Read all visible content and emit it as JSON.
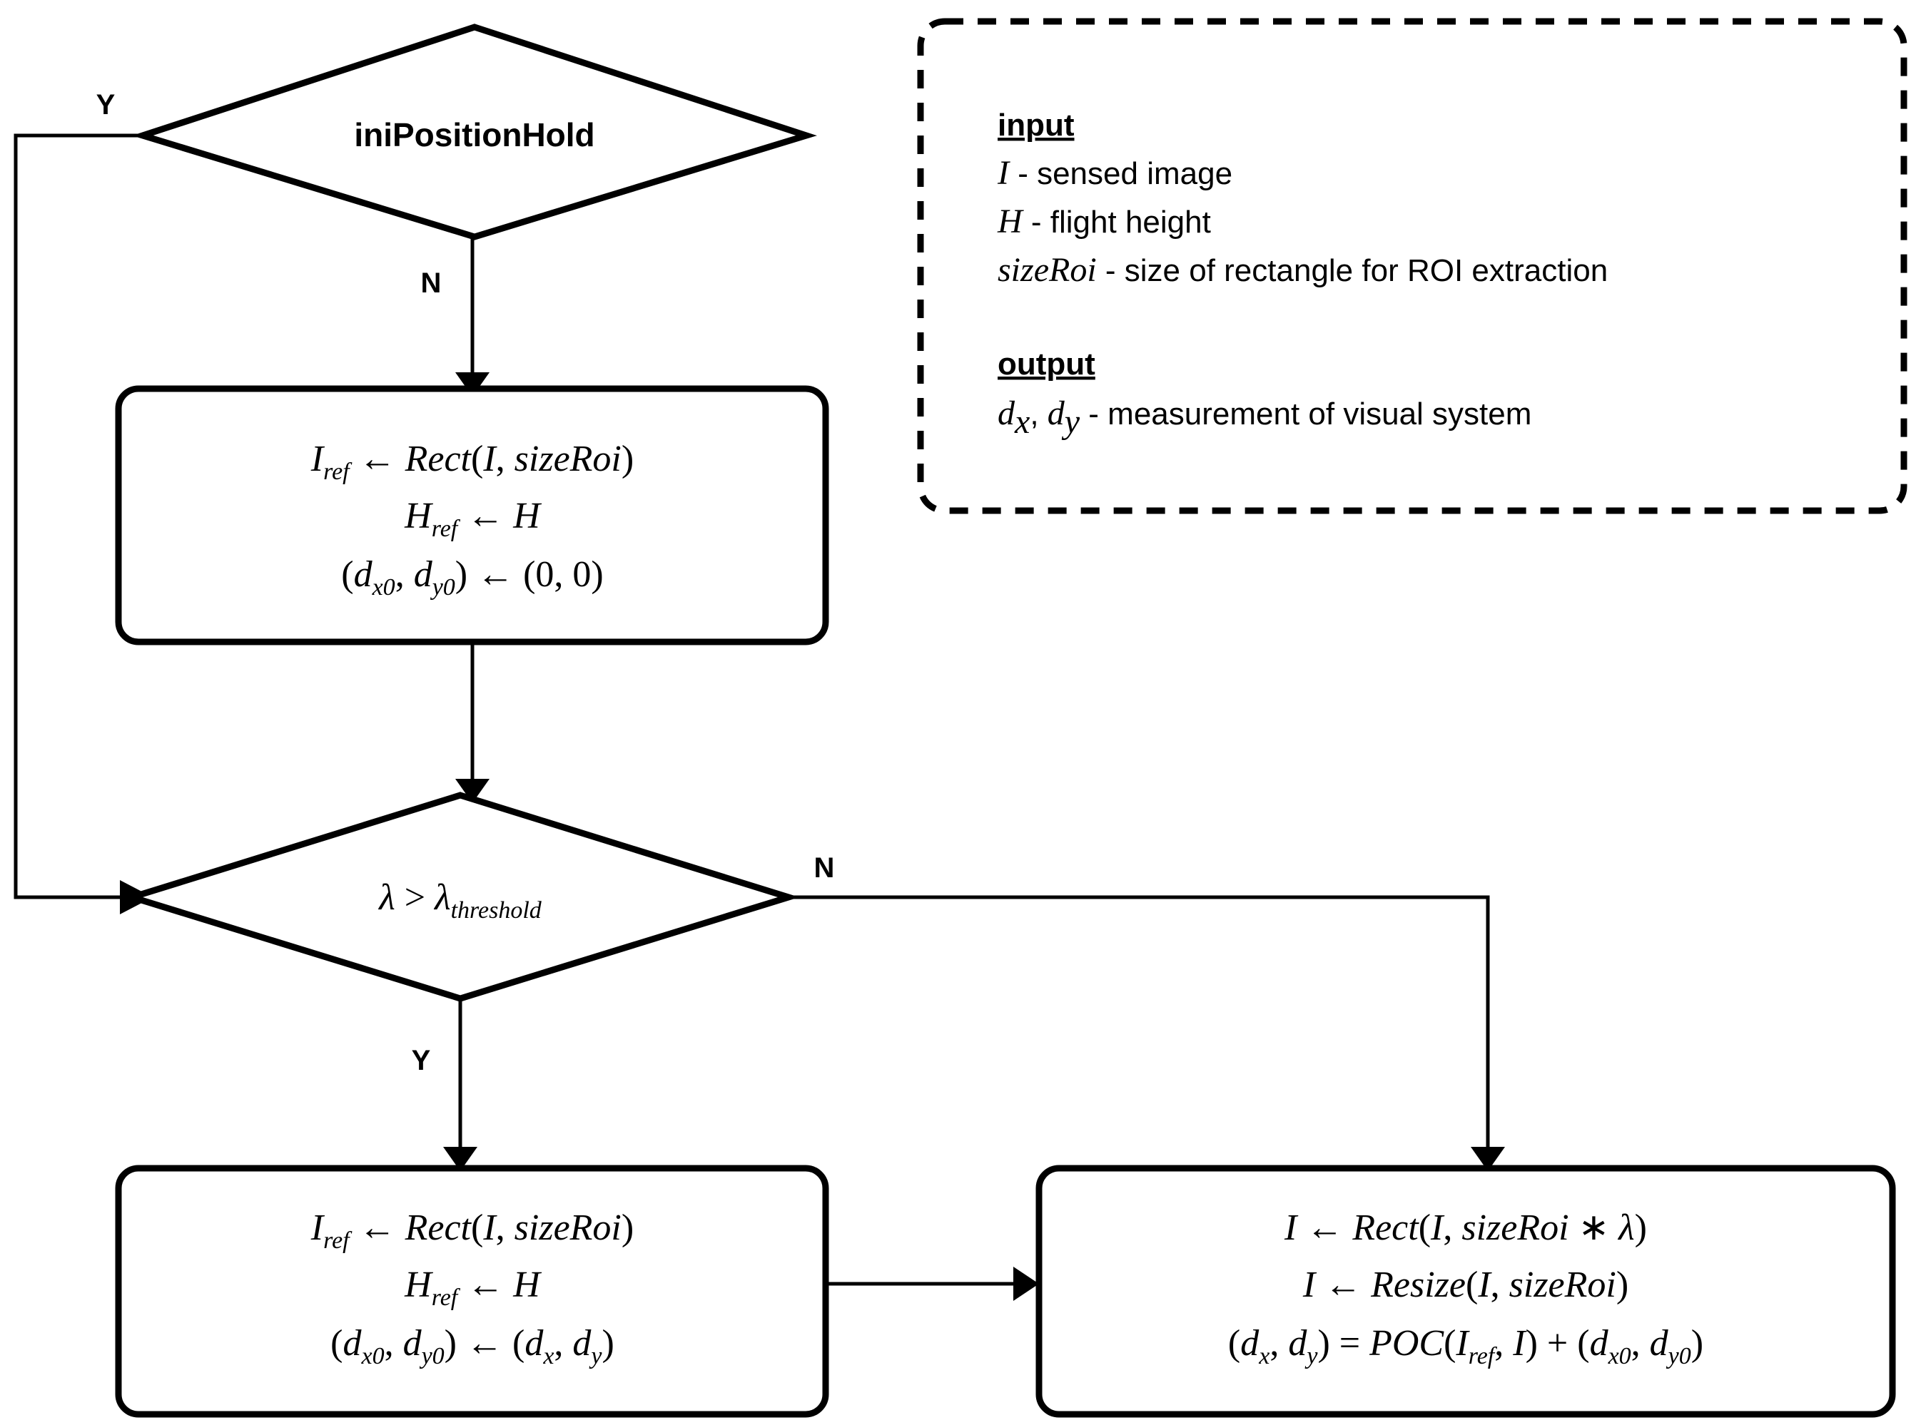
{
  "diagram": {
    "title": "Visual position hold algorithm flowchart",
    "background_color": "#ffffff",
    "line_color": "#000000"
  },
  "nodes": {
    "decision_ini": {
      "type": "decision",
      "label": "iniPositionHold"
    },
    "process_init": {
      "type": "process",
      "lines": [
        {
          "lhs": "I",
          "lhs_sub": "ref",
          "op": "←",
          "rhs": "Rect(I, sizeRoi)"
        },
        {
          "lhs": "H",
          "lhs_sub": "ref",
          "op": "←",
          "rhs": "H"
        },
        {
          "lhs": "(d",
          "lhs_sub": "x0",
          "op": "←",
          "rhs": "(0, 0)"
        }
      ],
      "line_text": [
        "I_ref ← Rect(I, sizeRoi)",
        "H_ref ← H",
        "(d_x0, d_y0) ← (0, 0)"
      ]
    },
    "decision_lambda": {
      "type": "decision",
      "label": "λ > λ_threshold",
      "lhs": "λ",
      "operator": ">",
      "rhs": "λ",
      "rhs_sub": "threshold"
    },
    "process_update_ref": {
      "type": "process",
      "line_text": [
        "I_ref ← Rect(I, sizeRoi)",
        "H_ref ← H",
        "(d_x0, d_y0) ← (d_x, d_y)"
      ]
    },
    "process_poc": {
      "type": "process",
      "line_text": [
        "I ← Rect(I, sizeRoi * λ)",
        "I ← Resize(I, sizeRoi)",
        "(d_x, d_y) = POC(I_ref, I) + (d_x0, d_y0)"
      ]
    }
  },
  "branch_labels": {
    "ini_yes": "Y",
    "ini_no": "N",
    "lambda_yes": "Y",
    "lambda_no": "N"
  },
  "legend": {
    "input_heading": "input",
    "input_items": [
      {
        "symbol": "I",
        "desc": " - sensed image"
      },
      {
        "symbol": "H",
        "desc": " - flight height"
      },
      {
        "symbol": "sizeRoi",
        "desc": " - size of rectangle for ROI extraction"
      }
    ],
    "output_heading": "output",
    "output_items": [
      {
        "symbol": "d",
        "sub1": "x",
        "symbol2": "d",
        "sub2": "y",
        "desc": " - measurement of visual system"
      }
    ],
    "output_symbol_text": "dₓ, dᵧ",
    "output_desc": " - measurement of visual system"
  },
  "formula_tokens": {
    "arrow": "←",
    "equals": "=",
    "plus": "+",
    "times": "*",
    "comma": ",",
    "lparen": "(",
    "rparen": ")",
    "rect": "Rect",
    "resize": "Resize",
    "poc": "POC",
    "I": "I",
    "H": "H",
    "sizeRoi": "sizeRoi",
    "lambda": "λ",
    "zero": "0",
    "d": "d",
    "sub_ref": "ref",
    "sub_x": "x",
    "sub_y": "y",
    "sub_x0": "x0",
    "sub_y0": "y0",
    "sub_threshold": "threshold"
  }
}
